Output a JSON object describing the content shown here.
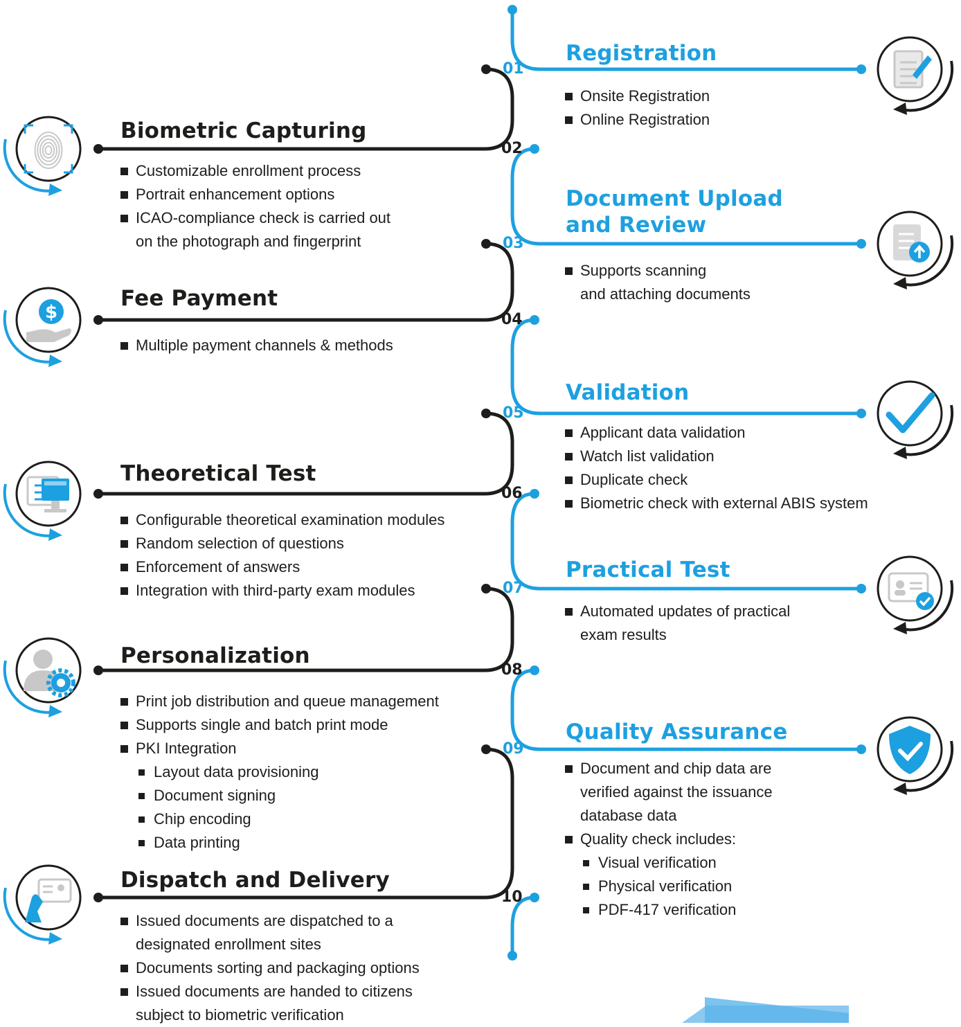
{
  "steps": [
    {
      "number": "01",
      "title": "Registration",
      "side": "right",
      "items": [
        {
          "text": "Onsite Registration"
        },
        {
          "text": "Online Registration"
        }
      ],
      "icon": "registration-form-icon"
    },
    {
      "number": "02",
      "title": "Biometric Capturing",
      "side": "left",
      "items": [
        {
          "text": "Customizable enrollment process"
        },
        {
          "text": "Portrait enhancement options"
        },
        {
          "text": "ICAO-compliance check is carried out"
        },
        {
          "text": "on the photograph and fingerprint",
          "cont": true
        }
      ],
      "icon": "fingerprint-icon"
    },
    {
      "number": "03",
      "title_lines": [
        "Document Upload",
        "and Review"
      ],
      "side": "right",
      "items": [
        {
          "text": "Supports scanning"
        },
        {
          "text": "and attaching documents",
          "cont": true
        }
      ],
      "icon": "document-upload-icon"
    },
    {
      "number": "04",
      "title": "Fee Payment",
      "side": "left",
      "items": [
        {
          "text": "Multiple payment channels & methods"
        }
      ],
      "icon": "payment-hand-icon"
    },
    {
      "number": "05",
      "title": "Validation",
      "side": "right",
      "items": [
        {
          "text": "Applicant data validation"
        },
        {
          "text": "Watch list validation"
        },
        {
          "text": "Duplicate check"
        },
        {
          "text": "Biometric check with external ABIS system"
        }
      ],
      "icon": "checkmark-icon"
    },
    {
      "number": "06",
      "title": "Theoretical Test",
      "side": "left",
      "items": [
        {
          "text": "Configurable theoretical examination modules"
        },
        {
          "text": "Random selection of questions"
        },
        {
          "text": "Enforcement of answers"
        },
        {
          "text": "Integration with third-party exam modules"
        }
      ],
      "icon": "computer-test-icon"
    },
    {
      "number": "07",
      "title": "Practical Test",
      "side": "right",
      "items": [
        {
          "text": "Automated updates of practical"
        },
        {
          "text": "exam results",
          "cont": true
        }
      ],
      "icon": "id-card-check-icon"
    },
    {
      "number": "08",
      "title": "Personalization",
      "side": "left",
      "items": [
        {
          "text": "Print job distribution and queue management"
        },
        {
          "text": "Supports single and batch print mode"
        },
        {
          "text": "PKI Integration"
        },
        {
          "text": "Layout data provisioning",
          "sub": true
        },
        {
          "text": "Document signing",
          "sub": true
        },
        {
          "text": "Chip encoding",
          "sub": true
        },
        {
          "text": "Data printing",
          "sub": true
        }
      ],
      "icon": "user-settings-icon"
    },
    {
      "number": "09",
      "title": "Quality Assurance",
      "side": "right",
      "items": [
        {
          "text": "Document and chip data are"
        },
        {
          "text": "verified against the issuance",
          "cont": true
        },
        {
          "text": "database data",
          "cont": true
        },
        {
          "text": "Quality check includes:"
        },
        {
          "text": "Visual verification",
          "sub": true
        },
        {
          "text": "Physical verification",
          "sub": true
        },
        {
          "text": "PDF-417 verification",
          "sub": true
        }
      ],
      "icon": "shield-check-icon"
    },
    {
      "number": "10",
      "title": "Dispatch and Delivery",
      "side": "left",
      "items": [
        {
          "text": "Issued documents are dispatched to a"
        },
        {
          "text": "designated enrollment sites",
          "cont": true
        },
        {
          "text": "Documents sorting and packaging options"
        },
        {
          "text": "Issued documents are handed to citizens"
        },
        {
          "text": "subject to biometric verification",
          "cont": true
        }
      ],
      "icon": "hand-id-card-icon"
    }
  ],
  "colors": {
    "accent": "#1da0e0",
    "dark": "#1d1d1b",
    "icon_gray": "#c8c8c8"
  }
}
